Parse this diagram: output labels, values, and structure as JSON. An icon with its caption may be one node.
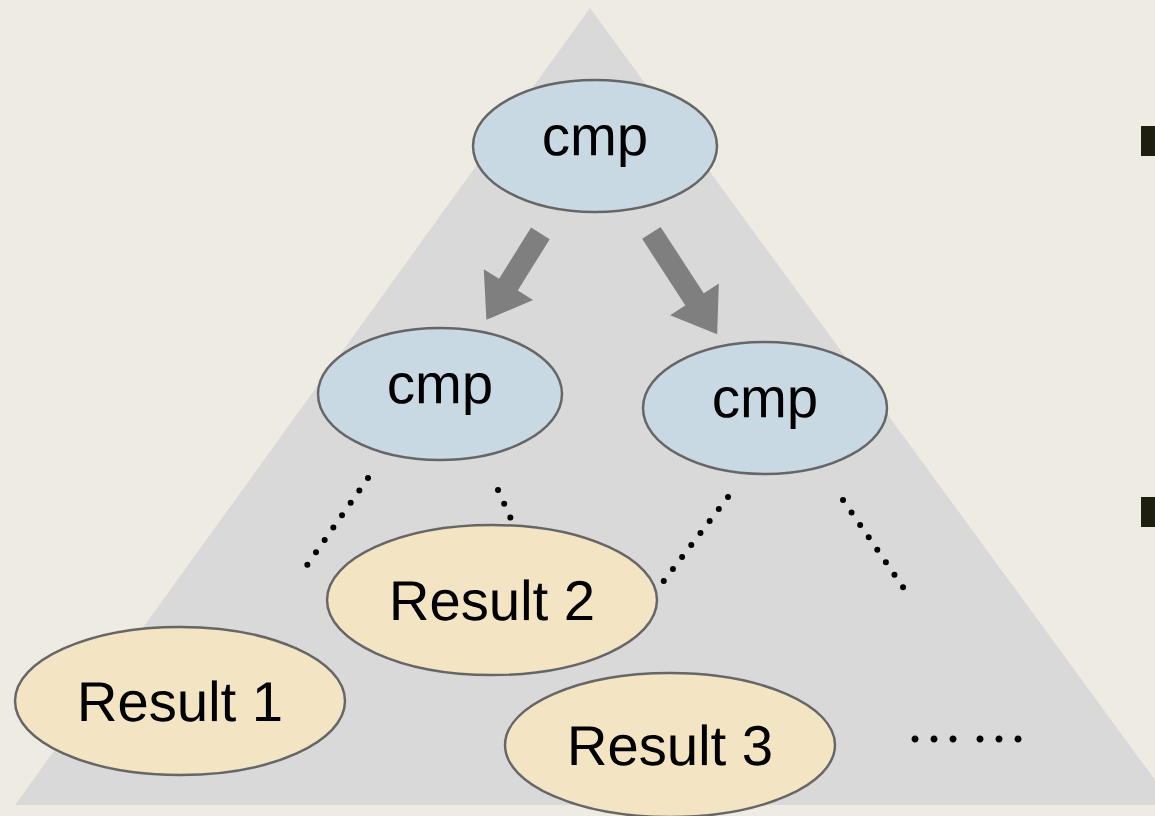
{
  "diagram": {
    "nodes": [
      {
        "text": [
          "cmp"
        ]
      },
      {
        "text": [
          "cmp"
        ]
      },
      {
        "text": [
          "cmp"
        ]
      },
      {
        "text": [
          "Result 2"
        ]
      },
      {
        "text": [
          "Result 1"
        ]
      },
      {
        "text": [
          "Result 3"
        ]
      }
    ],
    "edges": [
      {
        "from": 0,
        "to": 1,
        "arrow": "to"
      },
      {
        "from": 0,
        "to": 2,
        "arrow": "to"
      }
    ]
  }
}
